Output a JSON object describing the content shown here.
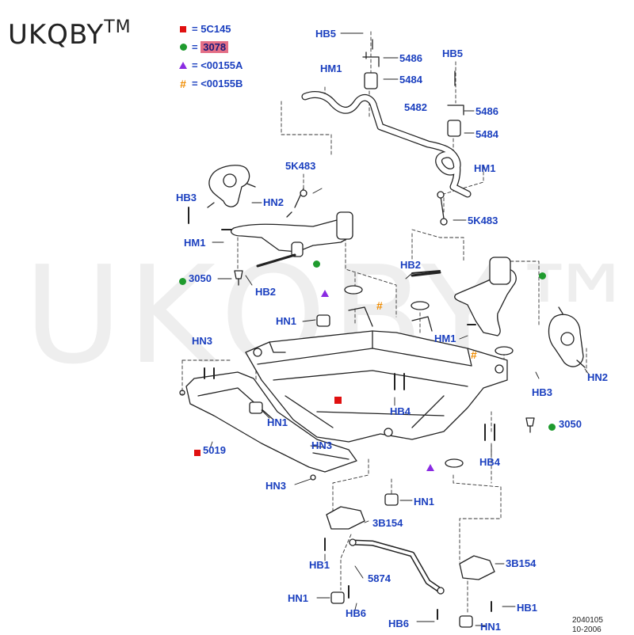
{
  "brand": {
    "name": "UKQBY",
    "tm": "TM"
  },
  "legend": [
    {
      "marker": "red-square",
      "eq": "=",
      "code": "5C145"
    },
    {
      "marker": "green-circle",
      "eq": "=",
      "code": "3078",
      "highlight": true
    },
    {
      "marker": "purple-triangle",
      "eq": "=",
      "code": "<00155A"
    },
    {
      "marker": "orange-hash",
      "eq": "=",
      "code": "<00155B"
    }
  ],
  "labels": {
    "hb5_top": "HB5",
    "p5486_top": "5486",
    "p5484_top": "5484",
    "hb5_right": "HB5",
    "p5486_right": "5486",
    "p5484_right": "5484",
    "hm1_top": "HM1",
    "p5482": "5482",
    "hm1_right": "HM1",
    "p5k483_left": "5K483",
    "hb3_left": "HB3",
    "hn2_left": "HN2",
    "p5k483_right": "5K483",
    "hm1_left": "HM1",
    "p3050_left": "3050",
    "hb2_left": "HB2",
    "hb2_right": "HB2",
    "hn1_mid": "HN1",
    "hm1_mid": "HM1",
    "hn3_top": "HN3",
    "hb3_right": "HB3",
    "hn2_right": "HN2",
    "hn1_left": "HN1",
    "hb4_mid": "HB4",
    "p3050_right": "3050",
    "p5019": "5019",
    "hn3_mid": "HN3",
    "hb4_right": "HB4",
    "hn3_bot": "HN3",
    "hn1_center": "HN1",
    "p3b154_left": "3B154",
    "p3b154_right": "3B154",
    "hb1_left": "HB1",
    "p5874": "5874",
    "hn1_bot": "HN1",
    "hb6_left": "HB6",
    "hb1_right": "HB1",
    "hb6_bot": "HB6",
    "hn1_bot2": "HN1"
  },
  "footer": {
    "code": "2040105",
    "date": "10-2006"
  },
  "colors": {
    "label": "#1a3fbf",
    "red": "#e01010",
    "green": "#1f9b2e",
    "purple": "#8a2be2",
    "orange": "#f08c00",
    "highlight": "#e46e86"
  }
}
